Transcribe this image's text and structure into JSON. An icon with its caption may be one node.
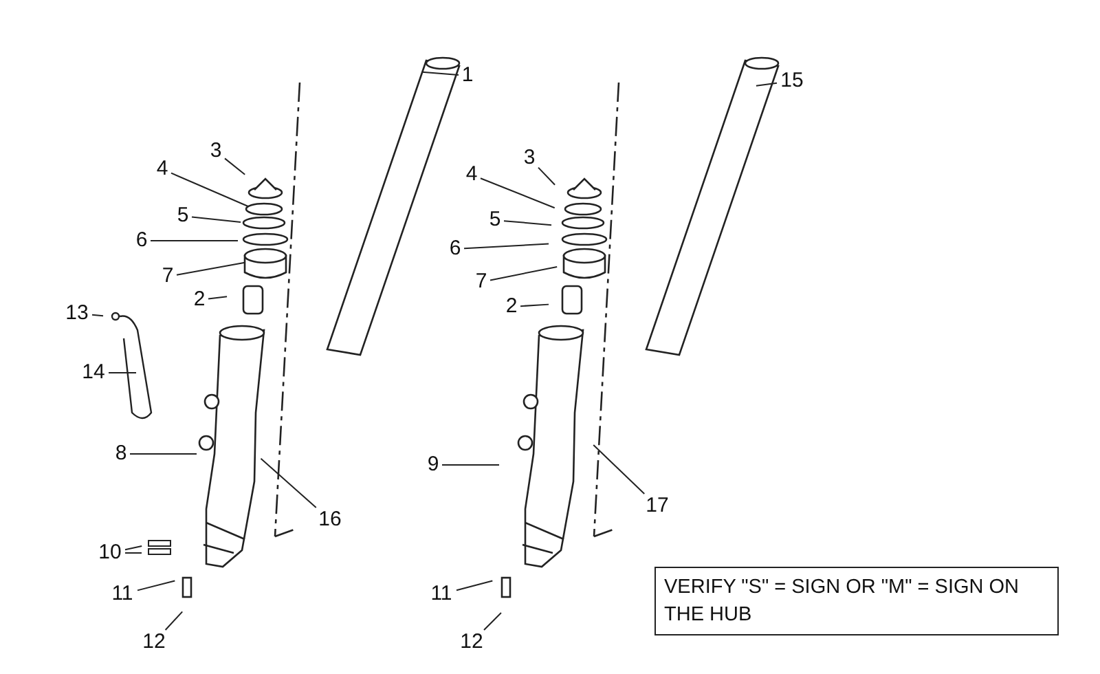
{
  "diagram": {
    "nodes": [
      {
        "text": [
          "1"
        ]
      },
      {
        "text": [
          "3"
        ]
      },
      {
        "text": [
          "4"
        ]
      },
      {
        "text": [
          "5"
        ]
      },
      {
        "text": [
          "6"
        ]
      },
      {
        "text": [
          "7"
        ]
      },
      {
        "text": [
          "2"
        ]
      },
      {
        "text": [
          "13"
        ]
      },
      {
        "text": [
          "14"
        ]
      },
      {
        "text": [
          "8"
        ]
      },
      {
        "text": [
          "16"
        ]
      },
      {
        "text": [
          "10"
        ]
      },
      {
        "text": [
          "11"
        ]
      },
      {
        "text": [
          "12"
        ]
      },
      {
        "text": [
          "15"
        ]
      },
      {
        "text": [
          "3"
        ]
      },
      {
        "text": [
          "4"
        ]
      },
      {
        "text": [
          "5"
        ]
      },
      {
        "text": [
          "6"
        ]
      },
      {
        "text": [
          "7"
        ]
      },
      {
        "text": [
          "2"
        ]
      },
      {
        "text": [
          "9"
        ]
      },
      {
        "text": [
          "17"
        ]
      },
      {
        "text": [
          "11"
        ]
      },
      {
        "text": [
          "12"
        ]
      },
      {
        "text": [
          "VERIFY \"S\" = SIGN OR \"M\" = SIGN ON THE HUB"
        ]
      }
    ],
    "edges": [
      {
        "from": 0,
        "to": null,
        "arrow": "none"
      },
      {
        "from": 1,
        "to": null,
        "arrow": "none"
      },
      {
        "from": 2,
        "to": null,
        "arrow": "none"
      },
      {
        "from": 3,
        "to": null,
        "arrow": "none"
      },
      {
        "from": 4,
        "to": null,
        "arrow": "none"
      },
      {
        "from": 5,
        "to": null,
        "arrow": "none"
      },
      {
        "from": 6,
        "to": null,
        "arrow": "none"
      },
      {
        "from": 7,
        "to": null,
        "arrow": "none"
      },
      {
        "from": 8,
        "to": null,
        "arrow": "none"
      },
      {
        "from": 9,
        "to": null,
        "arrow": "none"
      },
      {
        "from": 10,
        "to": null,
        "arrow": "none"
      },
      {
        "from": 11,
        "to": null,
        "arrow": "none"
      },
      {
        "from": 11,
        "to": null,
        "arrow": "none"
      },
      {
        "from": 12,
        "to": null,
        "arrow": "none"
      },
      {
        "from": 13,
        "to": null,
        "arrow": "none"
      },
      {
        "from": 14,
        "to": null,
        "arrow": "none"
      },
      {
        "from": 15,
        "to": null,
        "arrow": "none"
      },
      {
        "from": 16,
        "to": null,
        "arrow": "none"
      },
      {
        "from": 17,
        "to": null,
        "arrow": "none"
      },
      {
        "from": 18,
        "to": null,
        "arrow": "none"
      },
      {
        "from": 19,
        "to": null,
        "arrow": "none"
      },
      {
        "from": 20,
        "to": null,
        "arrow": "none"
      },
      {
        "from": 21,
        "to": null,
        "arrow": "none"
      },
      {
        "from": 22,
        "to": null,
        "arrow": "none"
      },
      {
        "from": 23,
        "to": null,
        "arrow": "none"
      },
      {
        "from": 24,
        "to": null,
        "arrow": "none"
      }
    ]
  }
}
